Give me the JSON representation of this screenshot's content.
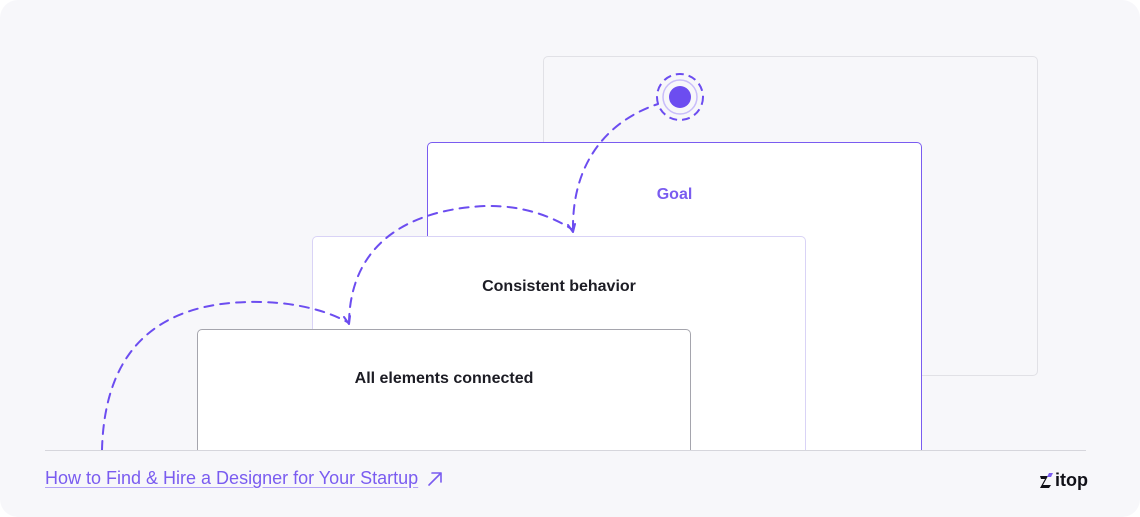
{
  "cards": {
    "goal": "Goal",
    "consistent": "Consistent behavior",
    "all": "All elements connected"
  },
  "footer": {
    "link_text": "How to Find & Hire a Designer for Your Startup",
    "link_icon": "arrow-up-right-icon",
    "logo_text": "itop",
    "logo_icon": "logo-mark-icon"
  },
  "colors": {
    "accent": "#7a5cf0",
    "text_dark": "#1c1c24",
    "background": "#f7f7fa"
  }
}
